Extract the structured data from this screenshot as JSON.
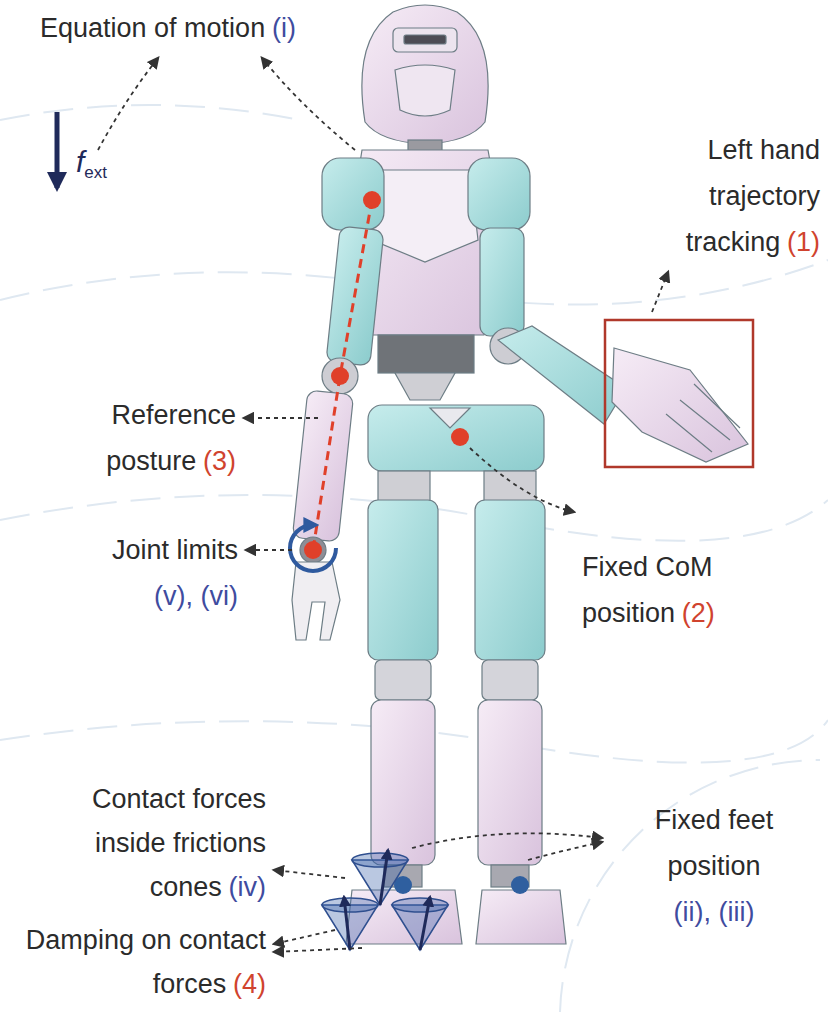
{
  "diagram": {
    "labels": [
      "Equation of motion",
      "(i)",
      "f",
      "ext",
      "Left hand trajectory tracking",
      "(1)",
      "Reference posture",
      "(3)",
      "Joint limits",
      "(v), (vi)",
      "Fixed CoM position",
      "(2)",
      "Contact forces inside frictions cones",
      "(iv)",
      "Fixed feet position",
      "(ii), (iii)",
      "Damping on contact forces",
      "(4)"
    ]
  }
}
